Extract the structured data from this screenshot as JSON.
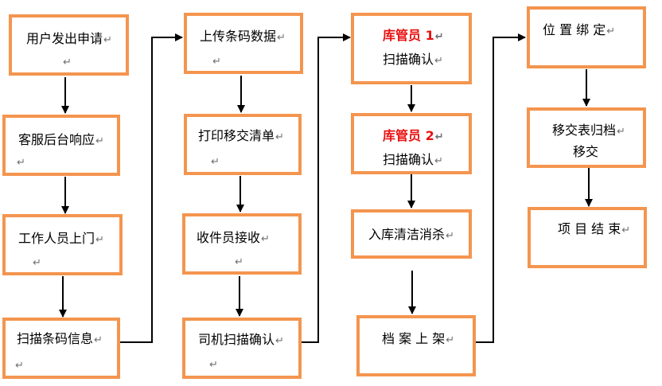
{
  "colors": {
    "box_border": "#f4954f",
    "highlight_text": "#e81010",
    "arrow": "#000000"
  },
  "paragraph_mark": "↵",
  "columns": [
    {
      "steps": [
        {
          "lines": [
            "用户发出申请"
          ]
        },
        {
          "lines": [
            "客服后台响应"
          ]
        },
        {
          "lines": [
            "工作人员上门"
          ]
        },
        {
          "lines": [
            "扫描条码信息"
          ]
        }
      ]
    },
    {
      "steps": [
        {
          "lines": [
            "上传条码数据"
          ]
        },
        {
          "lines": [
            "打印移交清单"
          ]
        },
        {
          "lines": [
            "收件员接收"
          ]
        },
        {
          "lines": [
            "司机扫描确认"
          ]
        }
      ]
    },
    {
      "steps": [
        {
          "lines": [
            "库管员 1",
            "扫描确认"
          ]
        },
        {
          "lines": [
            "库管员 2",
            "扫描确认"
          ]
        },
        {
          "lines": [
            "入库清洁消杀"
          ]
        },
        {
          "lines": [
            "档 案 上 架"
          ]
        }
      ]
    },
    {
      "steps": [
        {
          "lines": [
            "位 置 绑 定"
          ]
        },
        {
          "lines": [
            "移交表归档",
            "移交"
          ]
        },
        {
          "lines": [
            "项 目 结 束"
          ]
        }
      ]
    }
  ]
}
